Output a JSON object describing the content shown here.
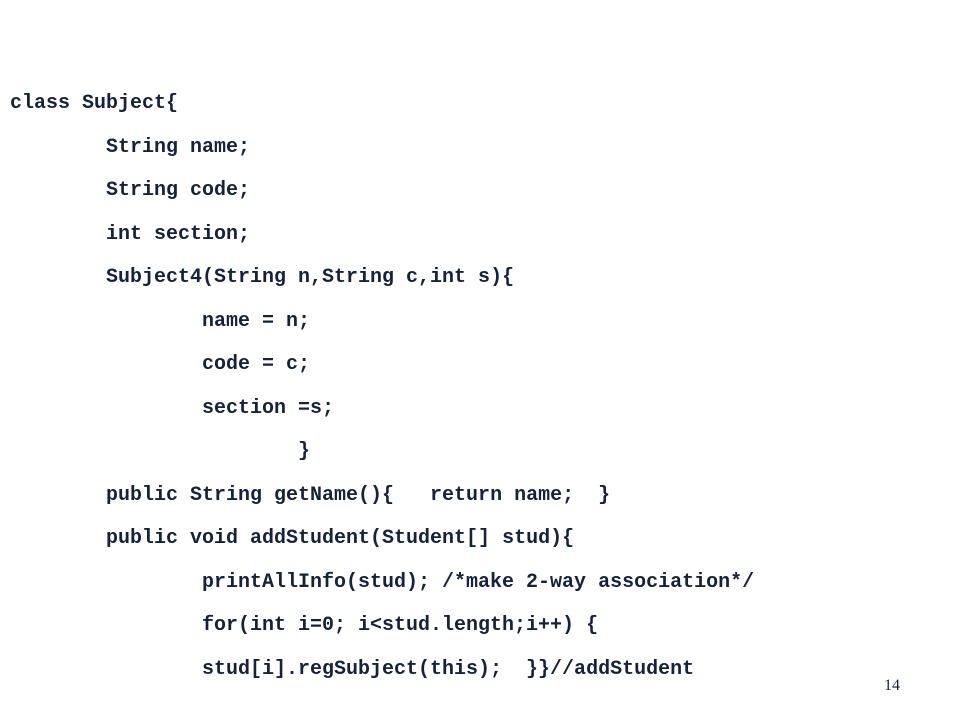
{
  "slide": {
    "code_lines": [
      {
        "text": "class Subject{",
        "indent": 0
      },
      {
        "text": "String name;",
        "indent": 1
      },
      {
        "text": "String code;",
        "indent": 1
      },
      {
        "text": "int section;",
        "indent": 1
      },
      {
        "text": "Subject4(String n,String c,int s){",
        "indent": 1
      },
      {
        "text": "name = n;",
        "indent": 2
      },
      {
        "text": "code = c;",
        "indent": 2
      },
      {
        "text": "section =s;",
        "indent": 2
      },
      {
        "text": "}",
        "indent": 3
      },
      {
        "text": "public String getName(){   return name;  }",
        "indent": 1
      },
      {
        "text": "public void addStudent(Student[] stud){",
        "indent": 1
      },
      {
        "text": "printAllInfo(stud); /*make 2-way association*/",
        "indent": 2
      },
      {
        "text": "for(int i=0; i<stud.length;i++) {",
        "indent": 2
      },
      {
        "text": "stud[i].regSubject(this);  }}//addStudent",
        "indent": 2
      }
    ],
    "page_number": "14",
    "text_color": "#16213a"
  }
}
